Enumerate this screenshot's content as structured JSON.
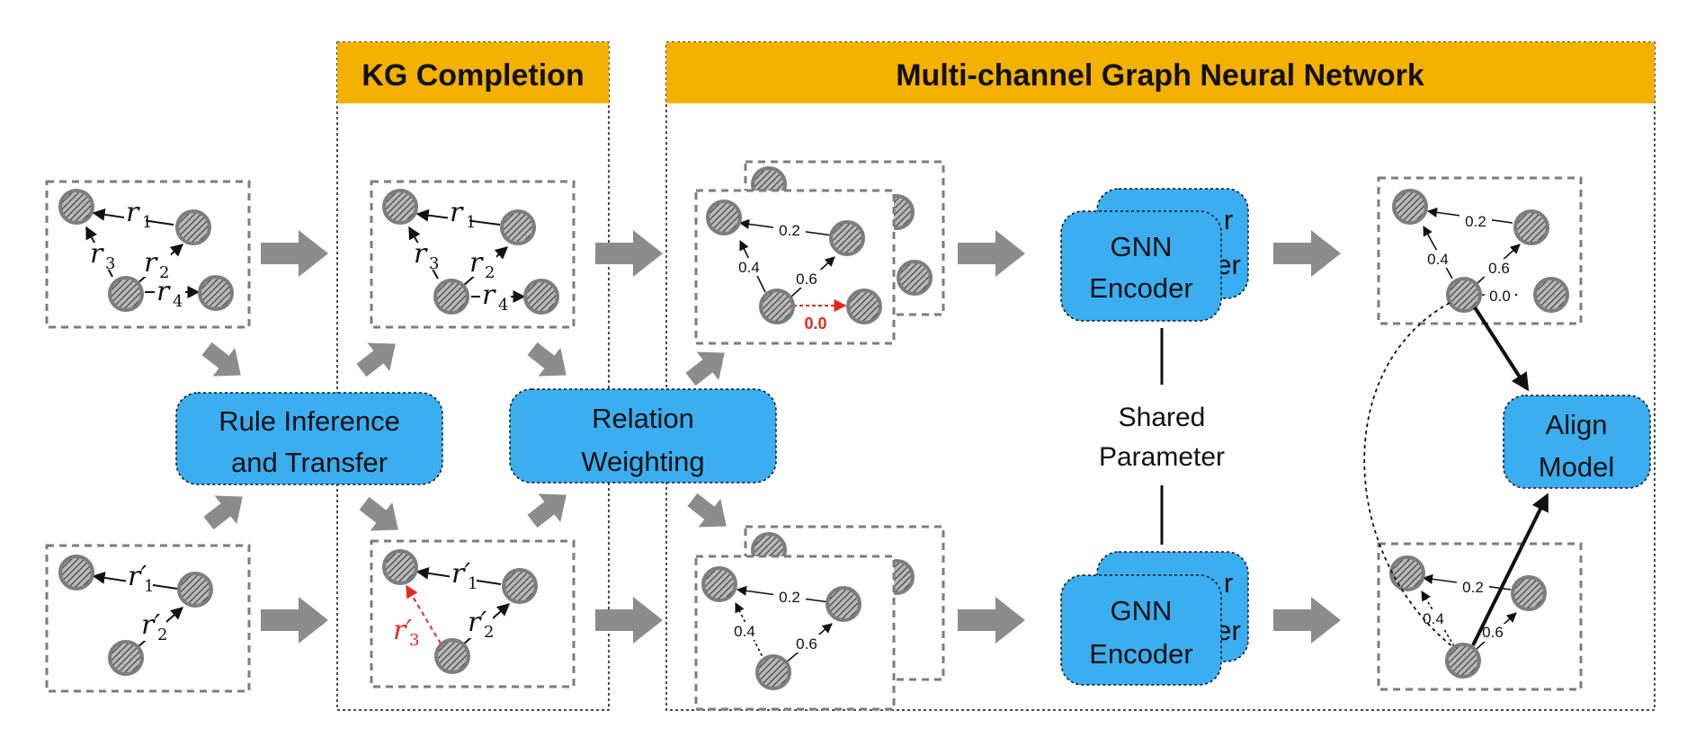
{
  "header": {
    "kg_completion": "KG Completion",
    "mcgnn": "Multi-channel Graph Neural Network"
  },
  "blocks": {
    "rule_inference_line1": "Rule Inference",
    "rule_inference_line2": "and Transfer",
    "relation_weighting_line1": "Relation",
    "relation_weighting_line2": "Weighting",
    "gnn_encoder_line1": "GNN",
    "gnn_encoder_line2": "Encoder",
    "gnn_back_fragment1": "r",
    "gnn_back_fragment2": "er",
    "align_model_line1": "Align",
    "align_model_line2": "Model",
    "shared_parameter_line1": "Shared",
    "shared_parameter_line2": "Parameter"
  },
  "relations": {
    "r": "r",
    "r_prime": "r′",
    "sub1": "1",
    "sub2": "2",
    "sub3": "3",
    "sub4": "4"
  },
  "weights": {
    "w_02": "0.2",
    "w_04": "0.4",
    "w_06": "0.6",
    "w_00": "0.0"
  },
  "colors": {
    "header_bg": "#f5b100",
    "block_bg": "#3aaef0",
    "arrow_gray": "#8c8c8c",
    "node_fill": "#9a9a9a",
    "highlight_red": "#e8261b"
  }
}
